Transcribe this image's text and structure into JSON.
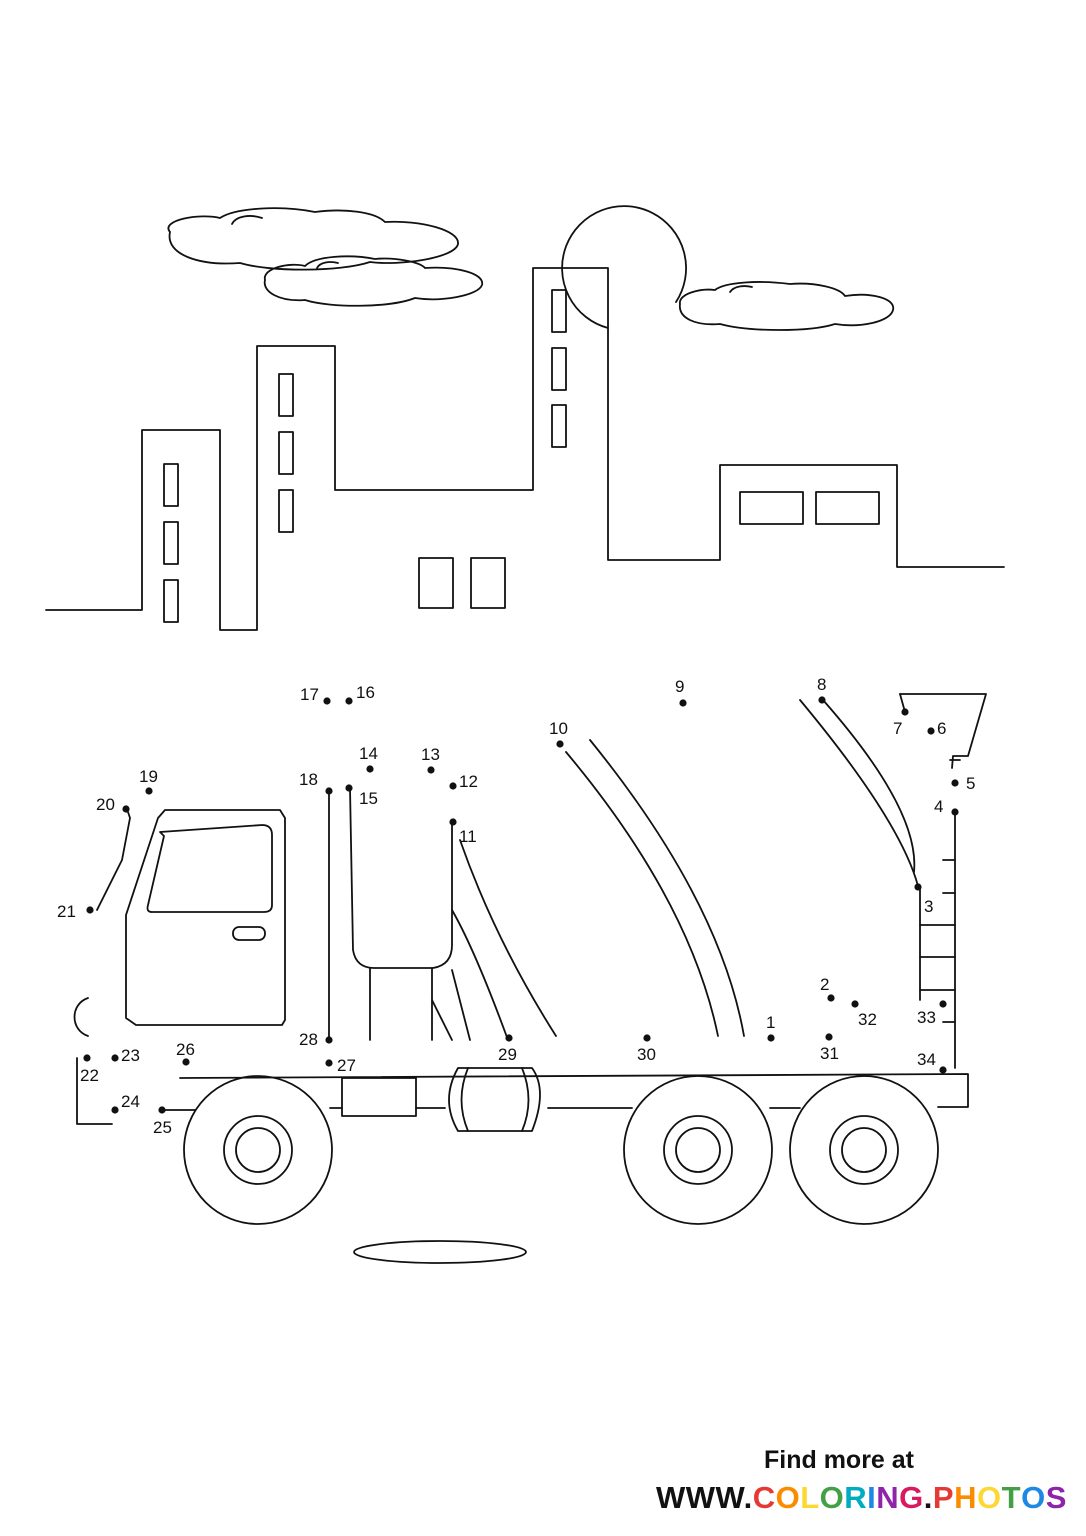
{
  "dots": [
    {
      "n": "1"
    },
    {
      "n": "2"
    },
    {
      "n": "3"
    },
    {
      "n": "4"
    },
    {
      "n": "5"
    },
    {
      "n": "6"
    },
    {
      "n": "7"
    },
    {
      "n": "8"
    },
    {
      "n": "9"
    },
    {
      "n": "10"
    },
    {
      "n": "11"
    },
    {
      "n": "12"
    },
    {
      "n": "13"
    },
    {
      "n": "14"
    },
    {
      "n": "15"
    },
    {
      "n": "16"
    },
    {
      "n": "17"
    },
    {
      "n": "18"
    },
    {
      "n": "19"
    },
    {
      "n": "20"
    },
    {
      "n": "21"
    },
    {
      "n": "22"
    },
    {
      "n": "23"
    },
    {
      "n": "24"
    },
    {
      "n": "25"
    },
    {
      "n": "26"
    },
    {
      "n": "27"
    },
    {
      "n": "28"
    },
    {
      "n": "29"
    },
    {
      "n": "30"
    },
    {
      "n": "31"
    },
    {
      "n": "32"
    },
    {
      "n": "33"
    },
    {
      "n": "34"
    }
  ],
  "footer": {
    "find_more": "Find more at",
    "www": "WWW.",
    "brand_letters": [
      "C",
      "O",
      "L",
      "O",
      "R",
      "I",
      "N",
      "G",
      ".",
      "P",
      "H",
      "O",
      "T",
      "O",
      "S"
    ],
    "brand_colors": [
      "#e53935",
      "#fb8c00",
      "#fdd835",
      "#43a047",
      "#00acc1",
      "#1e88e5",
      "#8e24aa",
      "#d81b60",
      "#111111",
      "#e53935",
      "#fb8c00",
      "#fdd835",
      "#43a047",
      "#1e88e5",
      "#8e24aa"
    ],
    "www_color": "#111111"
  },
  "colors": {
    "line": "#111111",
    "background": "#ffffff"
  }
}
